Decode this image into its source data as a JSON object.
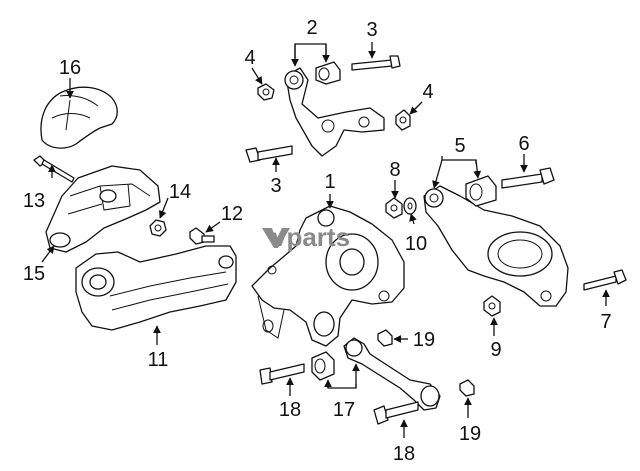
{
  "watermark": "vparts",
  "callouts": {
    "c1": "1",
    "c2": "2",
    "c3a": "3",
    "c3b": "3",
    "c4a": "4",
    "c4b": "4",
    "c5": "5",
    "c6": "6",
    "c7": "7",
    "c8": "8",
    "c9": "9",
    "c10": "10",
    "c11": "11",
    "c12": "12",
    "c13": "13",
    "c14": "14",
    "c15": "15",
    "c16": "16",
    "c17": "17",
    "c18a": "18",
    "c18b": "18",
    "c19a": "19",
    "c19b": "19"
  }
}
